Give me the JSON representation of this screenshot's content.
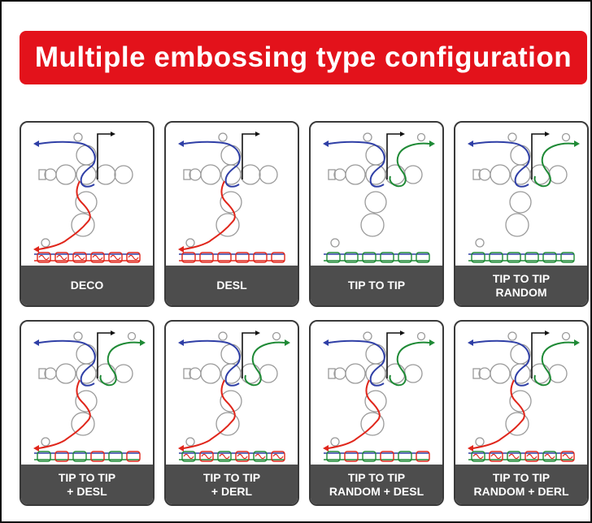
{
  "title": "Multiple embossing type configuration",
  "colors": {
    "title_bg": "#e3121b",
    "label_bg": "#4d4d4d",
    "blue": "#2f3fa6",
    "red": "#e0261b",
    "green": "#1f8a36",
    "roll": "#9a9a9a",
    "black": "#111111"
  },
  "cards": [
    {
      "label": "DECO",
      "config": {
        "red": true,
        "green": false,
        "bottom_roll": true,
        "pattern": "red"
      }
    },
    {
      "label": "DESL",
      "config": {
        "red": true,
        "green": false,
        "bottom_roll": true,
        "pattern": "red-line"
      }
    },
    {
      "label": "TIP TO TIP",
      "config": {
        "red": false,
        "green": true,
        "bottom_roll": true,
        "pattern": "blue-green"
      }
    },
    {
      "label": "TIP TO TIP\nRANDOM",
      "config": {
        "red": false,
        "green": true,
        "bottom_roll": true,
        "pattern": "blue-green"
      }
    },
    {
      "label": "TIP TO TIP\n+ DESL",
      "config": {
        "red": true,
        "green": true,
        "bottom_roll": true,
        "pattern": "multi"
      }
    },
    {
      "label": "TIP TO TIP\n+ DERL",
      "config": {
        "red": true,
        "green": true,
        "bottom_roll": true,
        "pattern": "multi-red"
      }
    },
    {
      "label": "TIP TO TIP\nRANDOM + DESL",
      "config": {
        "red": true,
        "green": true,
        "bottom_roll": true,
        "pattern": "multi"
      }
    },
    {
      "label": "TIP TO TIP\nRANDOM + DERL",
      "config": {
        "red": true,
        "green": true,
        "bottom_roll": true,
        "pattern": "multi-red"
      }
    }
  ]
}
